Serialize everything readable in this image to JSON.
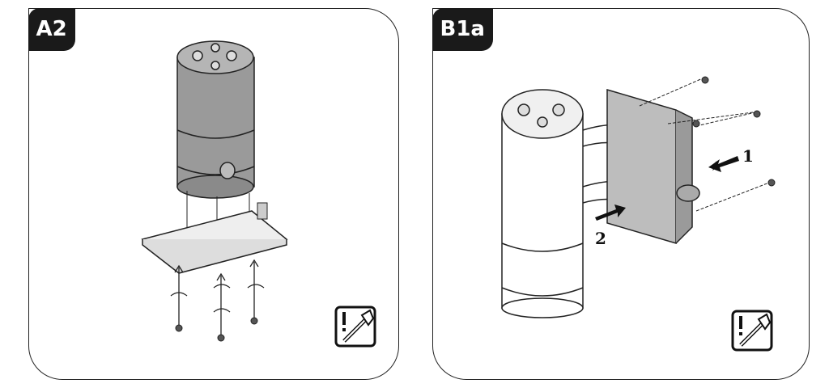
{
  "panels": [
    {
      "label": "A2",
      "step_icon": "screwdriver-warning-icon"
    },
    {
      "label": "B1a",
      "step_icon": "screwdriver-warning-icon",
      "callouts": [
        "1",
        "2"
      ]
    }
  ],
  "colors": {
    "ink": "#1a1a1a",
    "part_gray": "#9a9a9a",
    "light_gray": "#e6e6e6"
  }
}
